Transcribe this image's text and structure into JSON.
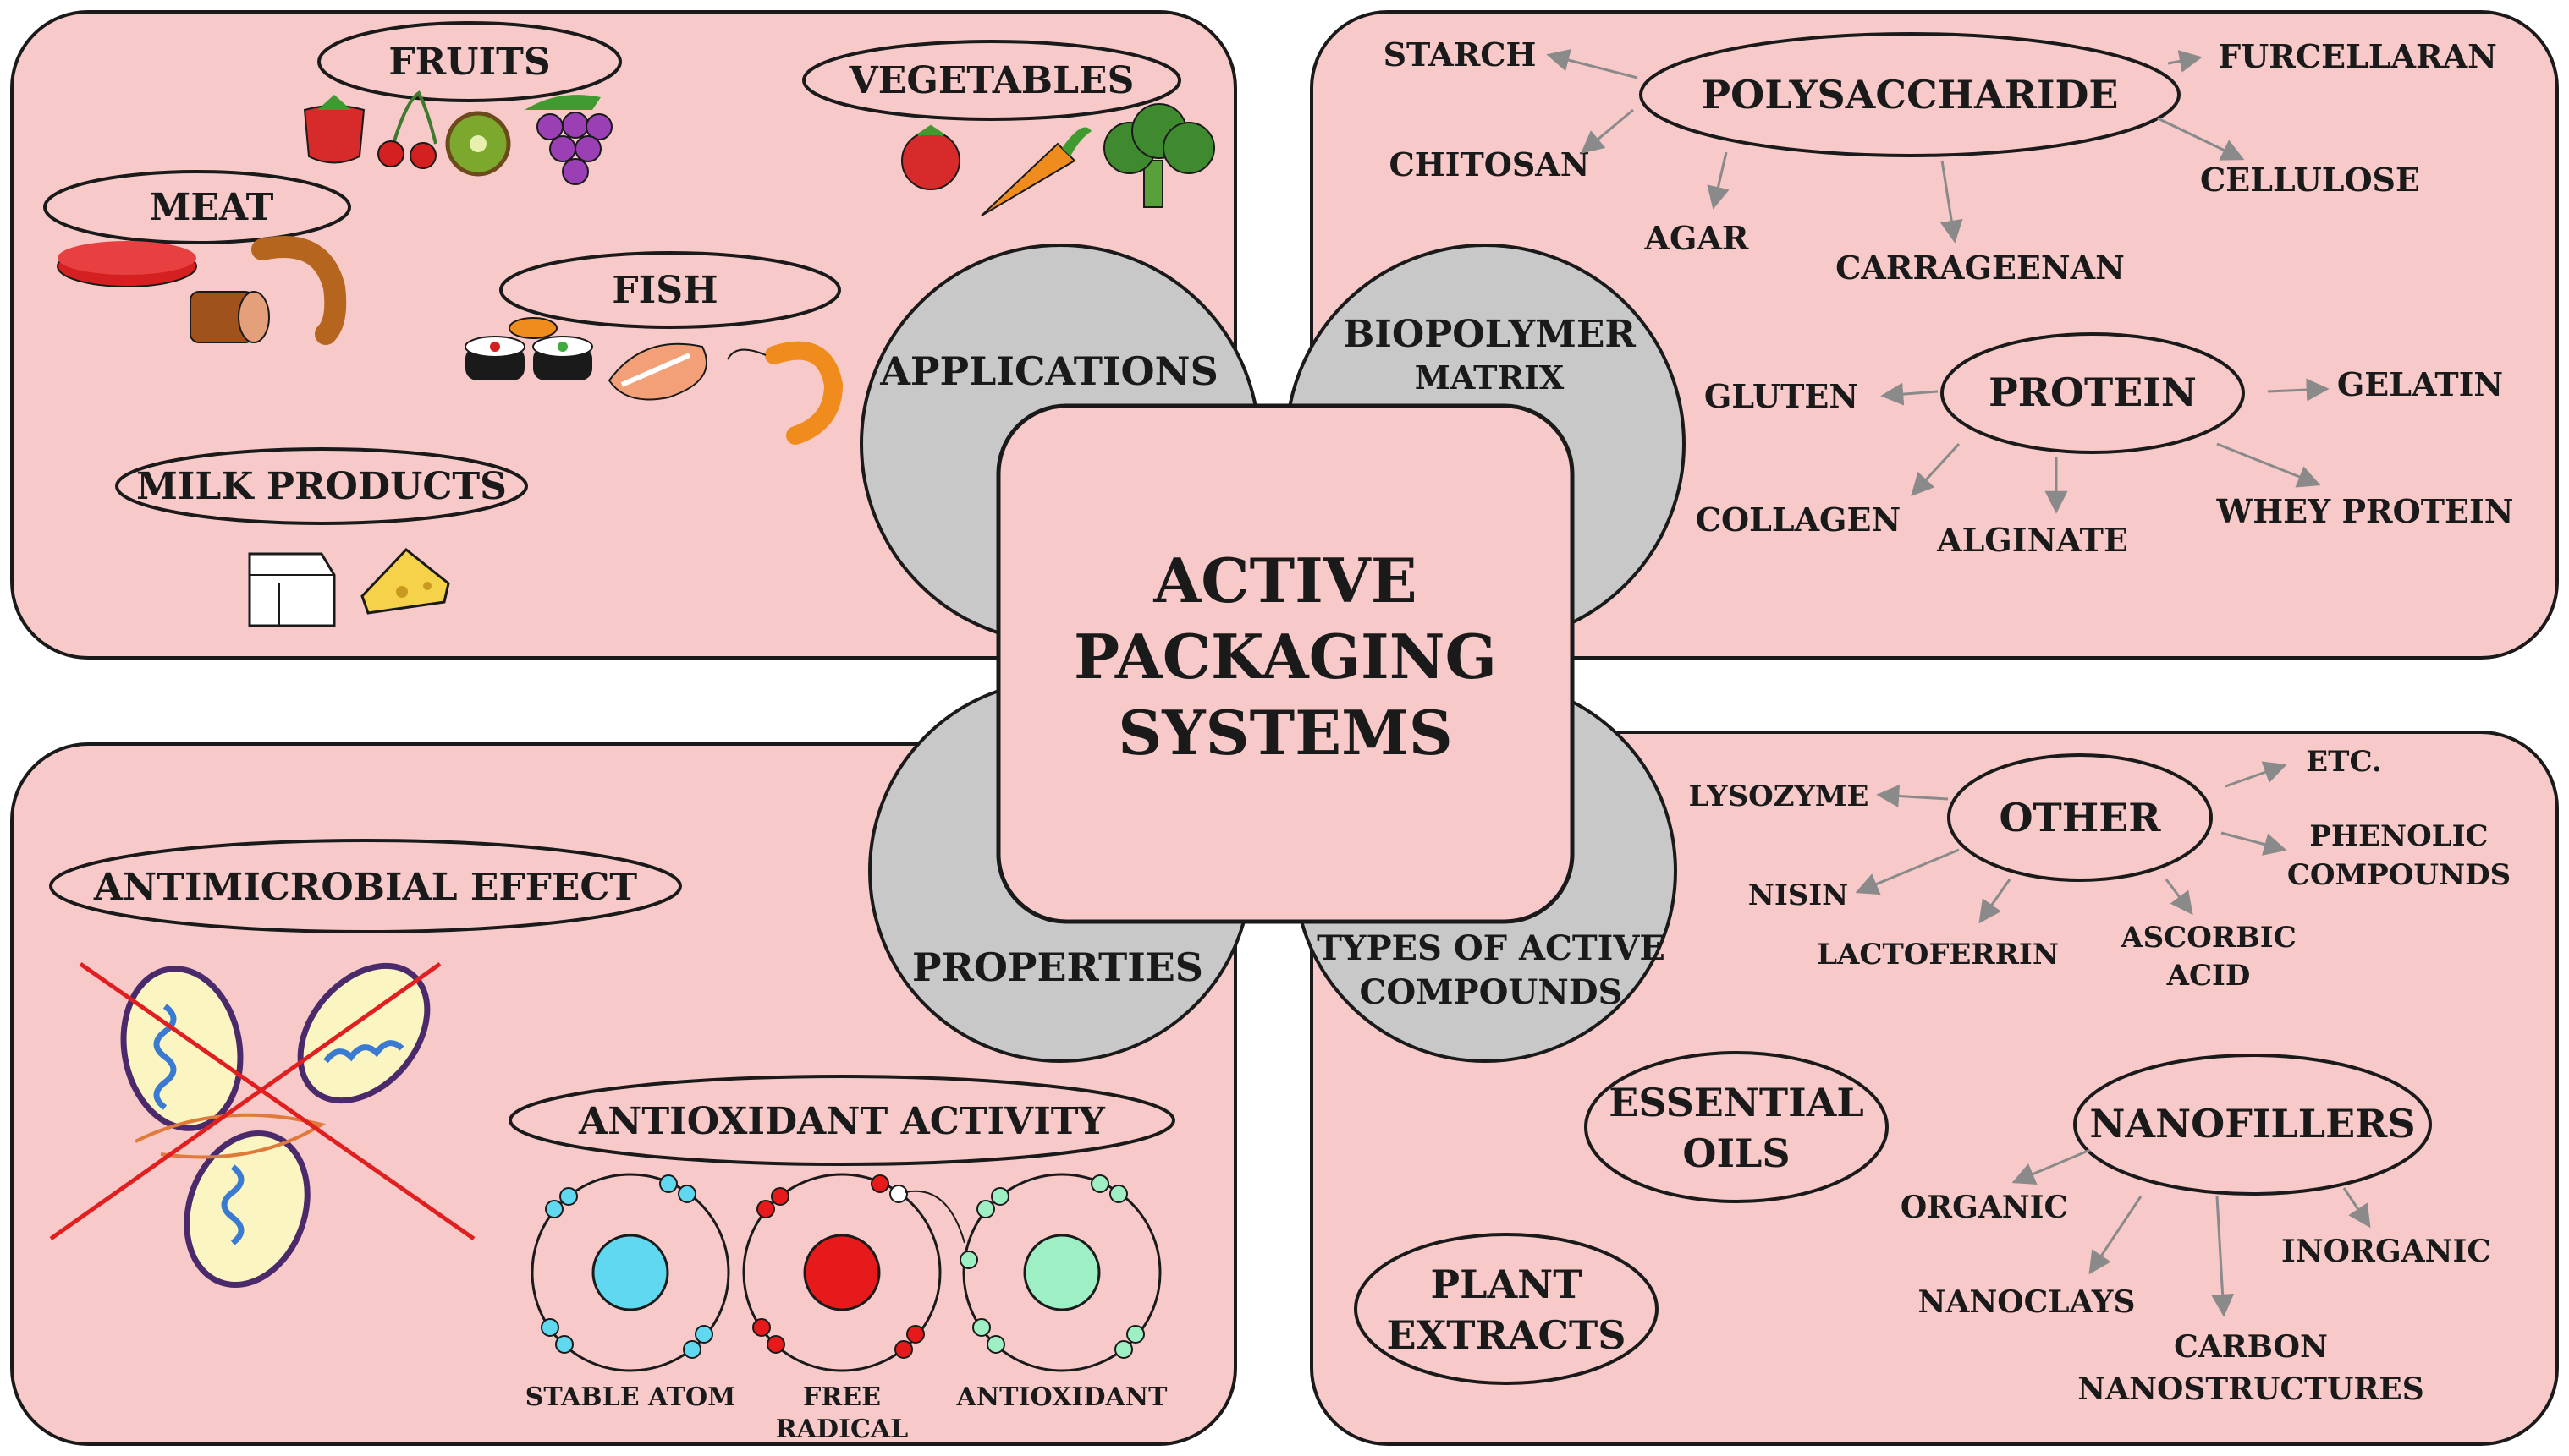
{
  "center": {
    "line1": "ACTIVE",
    "line2": "PACKAGING",
    "line3": "SYSTEMS"
  },
  "petals": {
    "applications": "APPLICATIONS",
    "biopolymer_line1": "BIOPOLYMER",
    "biopolymer_line2": "MATRIX",
    "properties": "PROPERTIES",
    "types_line1": "TYPES OF ACTIVE",
    "types_line2": "COMPOUNDS"
  },
  "applications": {
    "fruits": "FRUITS",
    "vegetables": "VEGETABLES",
    "meat": "MEAT",
    "fish": "FISH",
    "milk": "MILK PRODUCTS"
  },
  "biopolymer": {
    "polysaccharide": "POLYSACCHARIDE",
    "starch": "STARCH",
    "furcellaran": "FURCELLARAN",
    "chitosan": "CHITOSAN",
    "cellulose": "CELLULOSE",
    "agar": "AGAR",
    "carrageenan": "CARRAGEENAN",
    "protein": "PROTEIN",
    "gluten": "GLUTEN",
    "gelatin": "GELATIN",
    "collagen": "COLLAGEN",
    "alginate": "ALGINATE",
    "whey": "WHEY PROTEIN"
  },
  "properties": {
    "antimicrobial": "ANTIMICROBIAL EFFECT",
    "antioxidant": "ANTIOXIDANT ACTIVITY",
    "stable": "STABLE ATOM",
    "free1": "FREE",
    "free2": "RADICAL",
    "antiox": "ANTIOXIDANT"
  },
  "compounds": {
    "other": "OTHER",
    "lysozyme": "LYSOZYME",
    "etc": "ETC.",
    "phenolic1": "PHENOLIC",
    "phenolic2": "COMPOUNDS",
    "nisin": "NISIN",
    "lactoferrin": "LACTOFERRIN",
    "ascorbic1": "ASCORBIC",
    "ascorbic2": "ACID",
    "essential1": "ESSENTIAL",
    "essential2": "OILS",
    "nanofillers": "NANOFILLERS",
    "organic": "ORGANIC",
    "inorganic": "INORGANIC",
    "nanoclays": "NANOCLAYS",
    "carbon1": "CARBON",
    "carbon2": "NANOSTRUCTURES",
    "plant1": "PLANT",
    "plant2": "EXTRACTS"
  },
  "colors": {
    "panel": "#f7c9c9",
    "petal": "#c8c8c8",
    "outline": "#1a1a1a",
    "arrow": "#8a8a8a"
  }
}
